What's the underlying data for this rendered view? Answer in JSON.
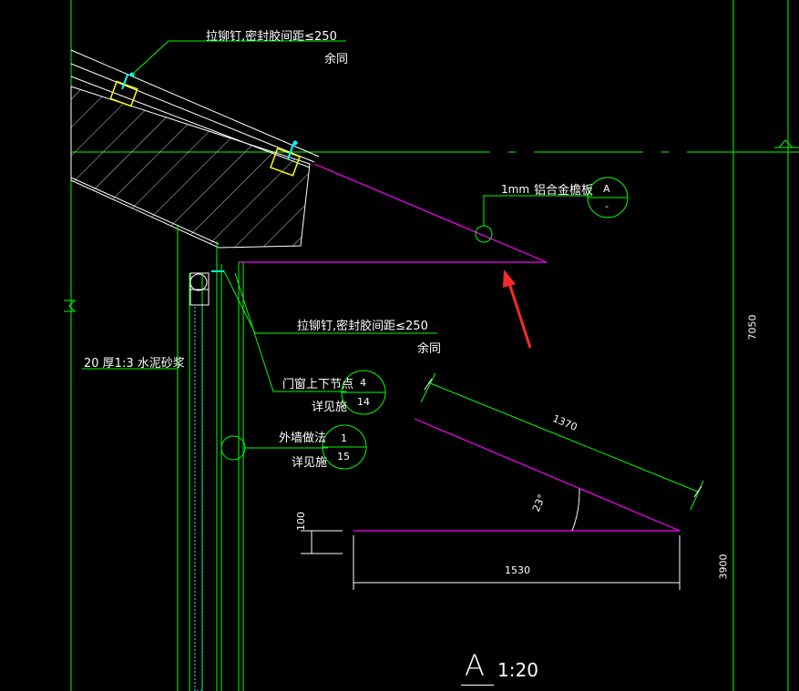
{
  "colors": {
    "background": "#000000",
    "green": "#00ff00",
    "magenta": "#ff00ff",
    "white": "#ffffff",
    "yellow": "#ffff00",
    "cyan": "#00ffff",
    "red": "#ff2a2a"
  },
  "annotations": {
    "rivet_top_line1": "拉铆钉,密封胶间距≤250",
    "rivet_top_line2": "余同",
    "eave_board_thickness": "1mm",
    "eave_board_material": "铝合金檐板",
    "eave_board_ref_top": "A",
    "eave_board_ref_bottom": "-",
    "rivet_mid_line1": "拉铆钉,密封胶间距≤250",
    "rivet_mid_line2": "余同",
    "mortar_layer": "20 厚1:3 水泥砂浆",
    "window_node_label": "门窗上下节点",
    "window_node_ref_top": "4",
    "window_node_detail": "详见施",
    "window_node_ref_bottom": "14",
    "wall_method_label": "外墙做法",
    "wall_method_ref_top": "1",
    "wall_method_detail": "详见施",
    "wall_method_ref_bottom": "15"
  },
  "dimensions": {
    "slope_length": "1370",
    "angle": "23°",
    "height": "100",
    "base_length": "1530",
    "right_elevation_upper": "7050",
    "right_elevation_lower": "3900"
  },
  "detail_title": {
    "letter": "A",
    "scale": "1:20"
  },
  "icons": {
    "arrow": "red-arrow-icon"
  }
}
